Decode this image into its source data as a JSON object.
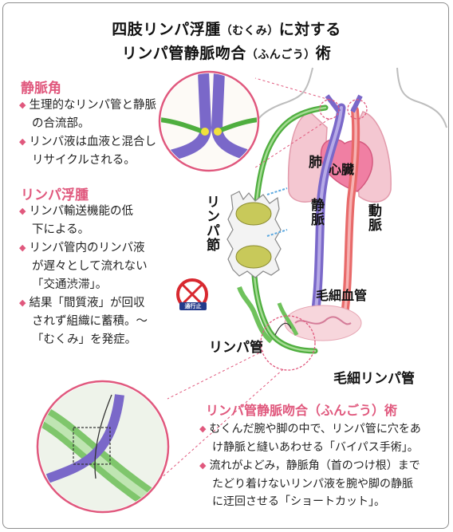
{
  "title": {
    "line1_a": "四肢リンパ浮腫",
    "line1_b": "（むくみ）",
    "line1_c": "に対する",
    "line2_a": "リンパ管静脈吻合",
    "line2_b": "（ふんごう）",
    "line2_c": "術"
  },
  "sections": [
    {
      "heading": "静脈角",
      "bullets": [
        {
          "l1": "生理的なリンパ管と静脈",
          "l2": "の合流部。"
        },
        {
          "l1": "リンパ液は血液と混合し",
          "l2": "リサイクルされる。"
        }
      ]
    },
    {
      "heading": "リンパ浮腫",
      "bullets": [
        {
          "l1": "リンパ輸送機能の低",
          "l2": "下による。"
        },
        {
          "l1": "リンパ管内のリンパ液",
          "l2": "が遅々として流れない",
          "l3": "「交通渋滞」。"
        },
        {
          "l1": "結果「間質液」が回収",
          "l2": "されず組織に蓄積。〜",
          "l3": "「むくみ」を発症。"
        }
      ]
    }
  ],
  "diagram_labels": {
    "lung": "肺",
    "heart": "心臓",
    "vein": "静脈",
    "artery": "動脈",
    "lymph_node": "リンパ節",
    "capillary": "毛細血管",
    "lymph_vessel": "リンパ管",
    "lymph_capillary": "毛細リンパ管",
    "sign_text": "通行止"
  },
  "bottom": {
    "heading": "リンパ管静脈吻合（ふんごう）術",
    "bullets": [
      {
        "l1": "むくんだ腕や脚の中で、リンパ管に穴をあ",
        "l2": "け静脈と縫いあわせる「バイパス手術」。"
      },
      {
        "l1": "流れがよどみ，静脈角（首のつけ根）まで",
        "l2": "たどり着けないリンパ液を腕や脚の静脈",
        "l3": "に迂回させる「ショートカット」。"
      }
    ]
  },
  "colors": {
    "accent": "#e0587d",
    "lymph_green": "#4fae3f",
    "vein_purple": "#7a68c9",
    "artery_red": "#e86a6a",
    "lung_pink": "#f2b8c4",
    "heart_pink": "#f07fa3"
  }
}
